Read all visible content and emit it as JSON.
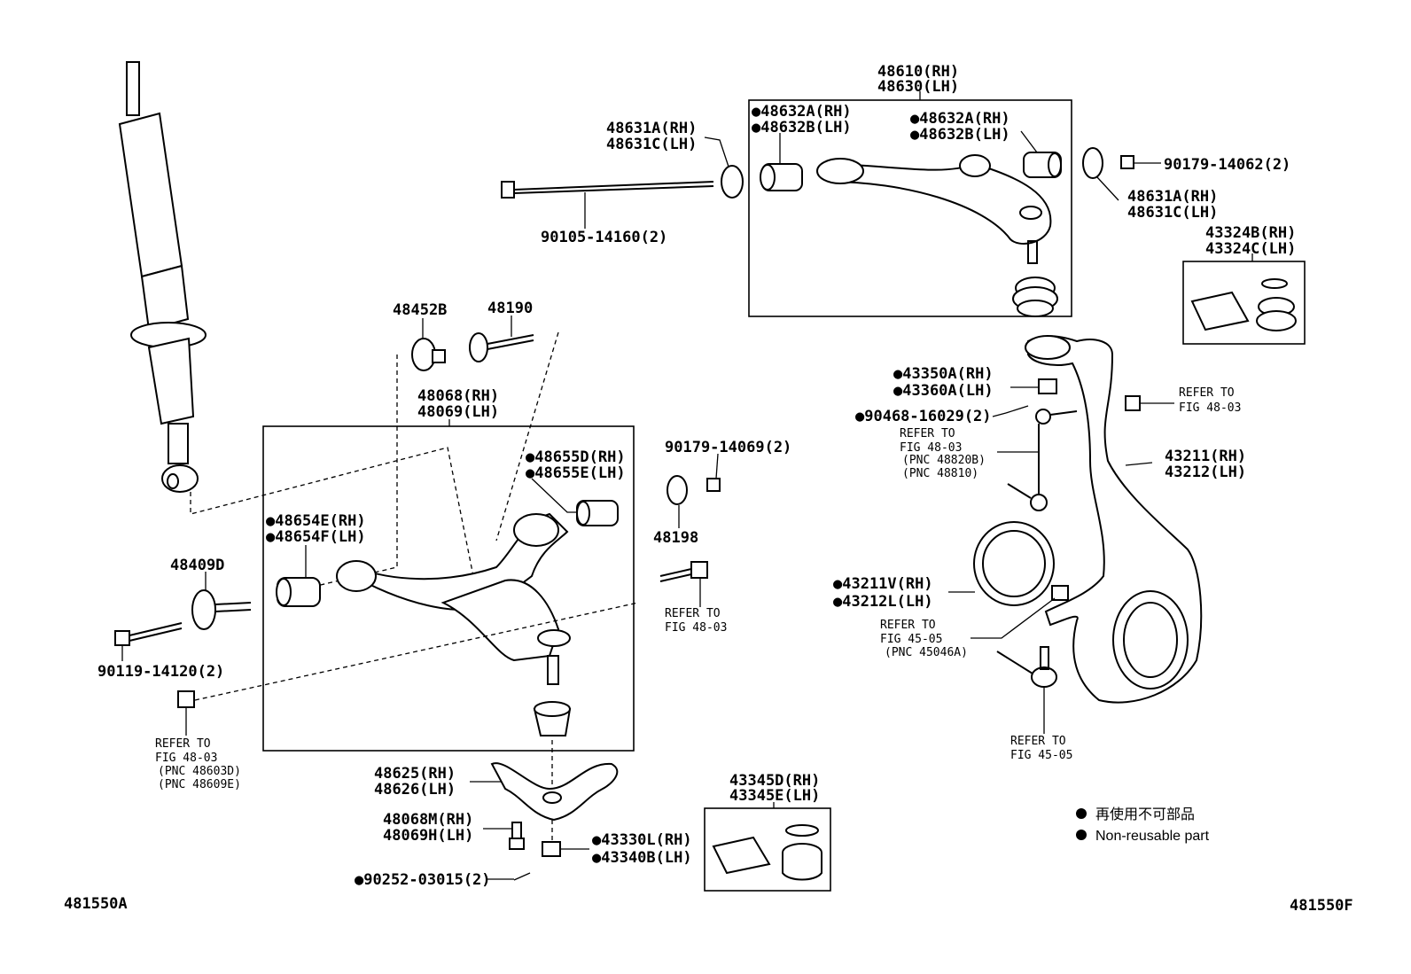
{
  "labels": {
    "l48610": "48610(RH)",
    "l48630": "48630(LH)",
    "l48632A_l": "●48632A(RH)",
    "l48632B_l": "●48632B(LH)",
    "l48632A_r": "●48632A(RH)",
    "l48632B_r": "●48632B(LH)",
    "l48631A_l": "48631A(RH)",
    "l48631C_l": "48631C(LH)",
    "l90105": "90105-14160(2)",
    "l90179_a": "90179-14062(2)",
    "l48631A_r": "48631A(RH)",
    "l48631C_r": "48631C(LH)",
    "l43324B": "43324B(RH)",
    "l43324C": "43324C(LH)",
    "l48452B": "48452B",
    "l48190": "48190",
    "l48068": "48068(RH)",
    "l48069": "48069(LH)",
    "l48655D": "●48655D(RH)",
    "l48655E": "●48655E(LH)",
    "l90179_b": "90179-14069(2)",
    "l48198": "48198",
    "l48654E": "●48654E(RH)",
    "l48654F": "●48654F(LH)",
    "l48409D": "48409D",
    "l90119": "90119-14120(2)",
    "l43350A": "●43350A(RH)",
    "l43360A": "●43360A(LH)",
    "l90468": "●90468-16029(2)",
    "l43211": "43211(RH)",
    "l43212": "43212(LH)",
    "l43211V": "●43211V(RH)",
    "l43212L": "●43212L(LH)",
    "l48625": "48625(RH)",
    "l48626": "48626(LH)",
    "l48068M": "48068M(RH)",
    "l48069H": "48069H(LH)",
    "l43330L": "●43330L(RH)",
    "l43340B": "●43340B(LH)",
    "l90252": "●90252-03015(2)",
    "l43345D": "43345D(RH)",
    "l43345E": "43345E(LH)",
    "code_left": "481550A",
    "code_right": "481550F"
  },
  "refs": {
    "r1_a": "REFER TO",
    "r1_b": "FIG 48-03",
    "r2_a": "REFER TO",
    "r2_b": "FIG 48-03",
    "r2_c": "(PNC 48820B)",
    "r2_d": "(PNC 48810)",
    "r3_a": "REFER TO",
    "r3_b": "FIG 48-03",
    "r4_a": "REFER TO",
    "r4_b": "FIG 45-05",
    "r4_c": "(PNC 45046A)",
    "r5_a": "REFER TO",
    "r5_b": "FIG 45-05",
    "r6_a": "REFER TO",
    "r6_b": "FIG 48-03",
    "r6_c": "(PNC 48603D)",
    "r6_d": "(PNC 48609E)"
  },
  "legend": {
    "line1": "再使用不可部品",
    "line2": "Non-reusable part"
  }
}
